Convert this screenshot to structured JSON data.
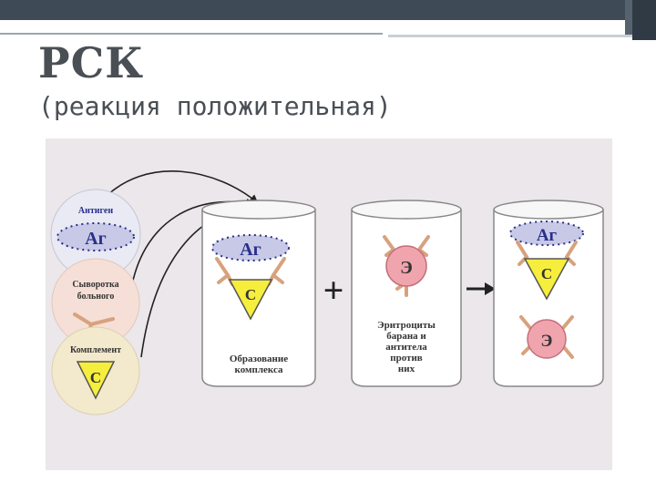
{
  "slide": {
    "title": "РСК",
    "subtitle": "(реакция положительная)"
  },
  "diagram": {
    "left_circles": {
      "antigen_label": "Антиген",
      "antigen_symbol": "Аг",
      "serum_label_line1": "Сыворотка",
      "serum_label_line2": "больного",
      "complement_label": "Комплемент",
      "complement_symbol": "С"
    },
    "tube1": {
      "antigen_symbol": "Аг",
      "complement_symbol": "С",
      "caption_line1": "Образование",
      "caption_line2": "комплекса"
    },
    "plus_sign": "+",
    "tube2": {
      "erythrocyte_symbol": "Э",
      "caption_line1": "Эритроциты",
      "caption_line2": "барана и",
      "caption_line3": "антитела",
      "caption_line4": "против",
      "caption_line5": "них"
    },
    "tube3": {
      "antigen_symbol": "Аг",
      "complement_symbol": "С",
      "erythrocyte_symbol": "Э"
    },
    "colors": {
      "antigen_fill": "#c7c9e6",
      "antigen_text": "#2a2f8a",
      "complement_fill": "#f6ee3c",
      "erythrocyte_fill": "#f0a4ad",
      "antibody": "#d7a27d",
      "serum_circle": "#f6dfd6",
      "complement_circle": "#f3e9cd"
    }
  }
}
